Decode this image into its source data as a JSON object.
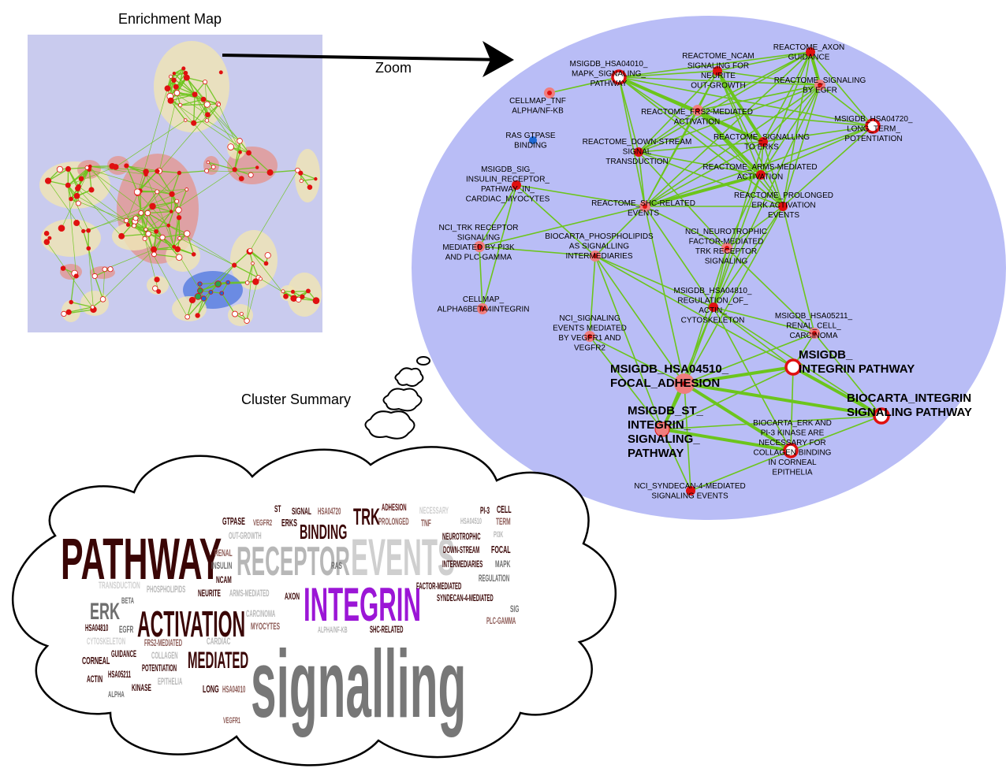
{
  "captions": {
    "enrichment_map": "Enrichment Map",
    "zoom": "Zoom",
    "cluster_summary": "Cluster Summary"
  },
  "colors": {
    "zoom_ellipse": "#b9bdf6",
    "minimap_bg": "#c9cbee",
    "edge": "#6cc51c",
    "node_red": "#e01010",
    "node_pink": "#f07d7d",
    "node_blue": "#1f6ad6",
    "cluster_tan": "#efe4b6",
    "cluster_rose": "#e29a96"
  },
  "network": {
    "nodes": [
      {
        "id": "n_mapk",
        "label": [
          "MSIGDB_HSA04010_",
          "MAPK_SIGNALING_",
          "PATHWAY"
        ],
        "style": "ring"
      },
      {
        "id": "n_ncam",
        "label": [
          "REACTOME_NCAM",
          "SIGNALING FOR",
          "NEURITE",
          "OUT-GROWTH"
        ],
        "style": "dot"
      },
      {
        "id": "n_axon",
        "label": [
          "REACTOME_AXON",
          "GUIDANCE"
        ],
        "style": "dot"
      },
      {
        "id": "n_egfr",
        "label": [
          "REACTOME_SIGNALING",
          "BY EGFR"
        ],
        "style": "pink"
      },
      {
        "id": "n_tnf",
        "label": [
          "CELLMAP_TNF",
          "ALPHA/NF-KB"
        ],
        "style": "pink"
      },
      {
        "id": "n_frs2",
        "label": [
          "REACTOME_FRS2-MEDIATED",
          "ACTIVATION"
        ],
        "style": "pink"
      },
      {
        "id": "n_ltp",
        "label": [
          "MSIGDB_HSA04720_",
          "LONG_TERM_",
          "POTENTIATION"
        ],
        "style": "ring"
      },
      {
        "id": "n_ras",
        "label": [
          "RAS GTPASE",
          "BINDING"
        ],
        "style": "blue"
      },
      {
        "id": "n_down",
        "label": [
          "REACTOME_DOWN-STREAM",
          "SIGNAL",
          "TRANSDUCTION"
        ],
        "style": "dot"
      },
      {
        "id": "n_erks",
        "label": [
          "REACTOME_SIGNALLING",
          "TO ERKS"
        ],
        "style": "dot"
      },
      {
        "id": "n_insulin",
        "label": [
          "MSIGDB_SIG_",
          "INSULIN_RECEPTOR_",
          "PATHWAY_IN_",
          "CARDIAC_MYOCYTES"
        ],
        "style": "dot"
      },
      {
        "id": "n_arms",
        "label": [
          "REACTOME_ARMS-MEDIATED",
          "ACTIVATION"
        ],
        "style": "dot"
      },
      {
        "id": "n_prolonged",
        "label": [
          "REACTOME_PROLONGED",
          "ERK ACTIVATION",
          "EVENTS"
        ],
        "style": "dot"
      },
      {
        "id": "n_shc",
        "label": [
          "REACTOME_SHC-RELATED",
          "EVENTS"
        ],
        "style": "pink"
      },
      {
        "id": "n_trk",
        "label": [
          "NCI_TRK RECEPTOR",
          "SIGNALING",
          "MEDIATED BY PI3K",
          "AND PLC-GAMMA"
        ],
        "style": "pink"
      },
      {
        "id": "n_phospho",
        "label": [
          "BIOCARTA_PHOSPHOLIPIDS",
          "AS SIGNALLING",
          "INTERMEDIARIES"
        ],
        "style": "pink"
      },
      {
        "id": "n_neuro",
        "label": [
          "NCI_NEUROTROPHIC",
          "FACTOR-MEDIATED",
          "TRK RECEPTOR",
          "SIGNALING"
        ],
        "style": "pink"
      },
      {
        "id": "n_actin",
        "label": [
          "MSIGDB_HSA04810_",
          "REGULATION_OF_",
          "ACTIN_",
          "CYTOSKELETON"
        ],
        "style": "dot"
      },
      {
        "id": "n_alpha6",
        "label": [
          "CELLMAP_",
          "ALPHA6BETA4INTEGRIN"
        ],
        "style": "pink"
      },
      {
        "id": "n_vegfr",
        "label": [
          "NCI_SIGNALING",
          "EVENTS MEDIATED",
          "BY VEGFR1 AND",
          "VEGFR2"
        ],
        "style": "pink"
      },
      {
        "id": "n_renal",
        "label": [
          "MSIGDB_HSA05211_",
          "RENAL_CELL_",
          "CARCINOMA"
        ],
        "style": "pink"
      },
      {
        "id": "n_focal",
        "label": [
          "MSIGDB_HSA04510_",
          "FOCAL_ADHESION"
        ],
        "style": "big"
      },
      {
        "id": "n_msintegrin",
        "label": [
          "MSIGDB_",
          "INTEGRIN PATHWAY"
        ],
        "style": "ring_big"
      },
      {
        "id": "n_biointegrin",
        "label": [
          "BIOCARTA_INTEGRIN",
          "SIGNALING PATHWAY"
        ],
        "style": "ring_big"
      },
      {
        "id": "n_st",
        "label": [
          "MSIGDB_ST_",
          "INTEGRIN_",
          "SIGNALING_",
          "PATHWAY"
        ],
        "style": "pink_big"
      },
      {
        "id": "n_collagen",
        "label": [
          "BIOCARTA_ERK AND",
          "PI-3 KINASE ARE",
          "NECESSARY FOR",
          "COLLAGEN BINDING",
          "IN CORNEAL",
          "EPITHELIA"
        ],
        "style": "ring"
      },
      {
        "id": "n_syndecan",
        "label": [
          "NCI_SYNDECAN-4-MEDIATED",
          "SIGNALING EVENTS"
        ],
        "style": "dot"
      }
    ],
    "edges": [
      [
        "n_mapk",
        "n_ncam"
      ],
      [
        "n_mapk",
        "n_axon"
      ],
      [
        "n_mapk",
        "n_egfr"
      ],
      [
        "n_mapk",
        "n_frs2"
      ],
      [
        "n_mapk",
        "n_erks"
      ],
      [
        "n_mapk",
        "n_arms"
      ],
      [
        "n_mapk",
        "n_down"
      ],
      [
        "n_mapk",
        "n_shc"
      ],
      [
        "n_mapk",
        "n_prolonged"
      ],
      [
        "n_mapk",
        "n_ltp"
      ],
      [
        "n_mapk",
        "n_tnf"
      ],
      [
        "n_ncam",
        "n_axon"
      ],
      [
        "n_ncam",
        "n_egfr"
      ],
      [
        "n_ncam",
        "n_frs2"
      ],
      [
        "n_ncam",
        "n_erks"
      ],
      [
        "n_ncam",
        "n_arms"
      ],
      [
        "n_ncam",
        "n_down"
      ],
      [
        "n_ncam",
        "n_shc"
      ],
      [
        "n_ncam",
        "n_prolonged"
      ],
      [
        "n_axon",
        "n_egfr"
      ],
      [
        "n_axon",
        "n_frs2"
      ],
      [
        "n_axon",
        "n_erks"
      ],
      [
        "n_axon",
        "n_arms"
      ],
      [
        "n_axon",
        "n_down"
      ],
      [
        "n_axon",
        "n_shc"
      ],
      [
        "n_axon",
        "n_prolonged"
      ],
      [
        "n_axon",
        "n_ltp"
      ],
      [
        "n_egfr",
        "n_frs2"
      ],
      [
        "n_egfr",
        "n_erks"
      ],
      [
        "n_egfr",
        "n_arms"
      ],
      [
        "n_egfr",
        "n_down"
      ],
      [
        "n_egfr",
        "n_shc"
      ],
      [
        "n_egfr",
        "n_prolonged"
      ],
      [
        "n_egfr",
        "n_ltp"
      ],
      [
        "n_frs2",
        "n_erks"
      ],
      [
        "n_frs2",
        "n_arms"
      ],
      [
        "n_frs2",
        "n_down"
      ],
      [
        "n_frs2",
        "n_shc"
      ],
      [
        "n_frs2",
        "n_prolonged"
      ],
      [
        "n_frs2",
        "n_ltp"
      ],
      [
        "n_erks",
        "n_arms"
      ],
      [
        "n_erks",
        "n_down"
      ],
      [
        "n_erks",
        "n_shc"
      ],
      [
        "n_erks",
        "n_prolonged"
      ],
      [
        "n_erks",
        "n_ltp"
      ],
      [
        "n_arms",
        "n_down"
      ],
      [
        "n_arms",
        "n_shc"
      ],
      [
        "n_arms",
        "n_prolonged"
      ],
      [
        "n_arms",
        "n_ltp"
      ],
      [
        "n_arms",
        "n_neuro"
      ],
      [
        "n_down",
        "n_shc"
      ],
      [
        "n_down",
        "n_prolonged"
      ],
      [
        "n_shc",
        "n_prolonged"
      ],
      [
        "n_shc",
        "n_ltp"
      ],
      [
        "n_shc",
        "n_insulin"
      ],
      [
        "n_shc",
        "n_phospho"
      ],
      [
        "n_shc",
        "n_neuro"
      ],
      [
        "n_shc",
        "n_actin"
      ],
      [
        "n_shc",
        "n_focal"
      ],
      [
        "n_shc",
        "n_trk"
      ],
      [
        "n_insulin",
        "n_trk"
      ],
      [
        "n_insulin",
        "n_alpha6"
      ],
      [
        "n_insulin",
        "n_phospho"
      ],
      [
        "n_trk",
        "n_alpha6"
      ],
      [
        "n_trk",
        "n_phospho"
      ],
      [
        "n_phospho",
        "n_focal"
      ],
      [
        "n_phospho",
        "n_actin"
      ],
      [
        "n_phospho",
        "n_vegfr"
      ],
      [
        "n_phospho",
        "n_st"
      ],
      [
        "n_phospho",
        "n_msintegrin"
      ],
      [
        "n_neuro",
        "n_actin"
      ],
      [
        "n_neuro",
        "n_focal"
      ],
      [
        "n_neuro",
        "n_prolonged"
      ],
      [
        "n_neuro",
        "n_renal"
      ],
      [
        "n_prolonged",
        "n_actin"
      ],
      [
        "n_prolonged",
        "n_renal"
      ],
      [
        "n_prolonged",
        "n_focal"
      ],
      [
        "n_actin",
        "n_focal"
      ],
      [
        "n_actin",
        "n_msintegrin"
      ],
      [
        "n_actin",
        "n_biointegrin"
      ],
      [
        "n_actin",
        "n_collagen"
      ],
      [
        "n_actin",
        "n_renal"
      ],
      [
        "n_actin",
        "n_st"
      ],
      [
        "n_renal",
        "n_focal"
      ],
      [
        "n_renal",
        "n_msintegrin"
      ],
      [
        "n_renal",
        "n_biointegrin"
      ],
      [
        "n_focal",
        "n_msintegrin"
      ],
      [
        "n_focal",
        "n_biointegrin"
      ],
      [
        "n_focal",
        "n_st"
      ],
      [
        "n_focal",
        "n_collagen"
      ],
      [
        "n_focal",
        "n_vegfr"
      ],
      [
        "n_focal",
        "n_syndecan"
      ],
      [
        "n_msintegrin",
        "n_biointegrin"
      ],
      [
        "n_msintegrin",
        "n_collagen"
      ],
      [
        "n_msintegrin",
        "n_st"
      ],
      [
        "n_biointegrin",
        "n_st"
      ],
      [
        "n_biointegrin",
        "n_collagen"
      ],
      [
        "n_st",
        "n_collagen"
      ],
      [
        "n_st",
        "n_syndecan"
      ],
      [
        "n_collagen",
        "n_syndecan"
      ],
      [
        "n_vegfr",
        "n_st"
      ],
      [
        "n_down",
        "n_neuro"
      ],
      [
        "n_mapk",
        "n_prolonged"
      ],
      [
        "n_ltp",
        "n_prolonged"
      ],
      [
        "n_erks",
        "n_actin"
      ],
      [
        "n_arms",
        "n_actin"
      ],
      [
        "n_egfr",
        "n_actin"
      ]
    ],
    "thick_edges": [
      [
        "n_focal",
        "n_msintegrin"
      ],
      [
        "n_focal",
        "n_biointegrin"
      ],
      [
        "n_msintegrin",
        "n_biointegrin"
      ],
      [
        "n_focal",
        "n_st"
      ],
      [
        "n_st",
        "n_collagen"
      ],
      [
        "n_focal",
        "n_collagen"
      ],
      [
        "n_ncam",
        "n_erks"
      ],
      [
        "n_frs2",
        "n_arms"
      ],
      [
        "n_axon",
        "n_egfr"
      ],
      [
        "n_mapk",
        "n_erks"
      ],
      [
        "n_shc",
        "n_arms"
      ]
    ]
  },
  "word_cloud": [
    {
      "t": "PATHWAY",
      "c": "#3a0606"
    },
    {
      "t": "RECEPTOR",
      "c": "#b7b7b7"
    },
    {
      "t": "EVENTS",
      "c": "#cfcfcf"
    },
    {
      "t": "BINDING",
      "c": "#3a0606"
    },
    {
      "t": "TRK",
      "c": "#3a0606"
    },
    {
      "t": "INTEGRIN",
      "c": "#9b16d6"
    },
    {
      "t": "ACTIVATION",
      "c": "#3a0606"
    },
    {
      "t": "ERK",
      "c": "#6e6e6e"
    },
    {
      "t": "MEDIATED",
      "c": "#3a0606"
    },
    {
      "t": "signalling",
      "c": "#777777"
    },
    {
      "t": "GTPASE",
      "c": "#3a0606"
    },
    {
      "t": "VEGFR2",
      "c": "#8c5a55"
    },
    {
      "t": "OUT-GROWTH",
      "c": "#b7b7b7"
    },
    {
      "t": "ST",
      "c": "#3a0606"
    },
    {
      "t": "ERKS",
      "c": "#3a0606"
    },
    {
      "t": "SIGNAL",
      "c": "#3a0606"
    },
    {
      "t": "HSA04720",
      "c": "#8c5a55"
    },
    {
      "t": "ADHESION",
      "c": "#5a1010"
    },
    {
      "t": "PROLONGED",
      "c": "#8c5a55"
    },
    {
      "t": "TNF",
      "c": "#8c5a55"
    },
    {
      "t": "NECESSARY",
      "c": "#cfcfcf"
    },
    {
      "t": "PI-3",
      "c": "#3a0606"
    },
    {
      "t": "CELL",
      "c": "#3a0606"
    },
    {
      "t": "HSA04510",
      "c": "#b7b7b7"
    },
    {
      "t": "PI3K",
      "c": "#b7b7b7"
    },
    {
      "t": "TERM",
      "c": "#8c5a55"
    },
    {
      "t": "NEUROTROPHIC",
      "c": "#3a0606"
    },
    {
      "t": "DOWN-STREAM",
      "c": "#3a0606"
    },
    {
      "t": "FOCAL",
      "c": "#3a0606"
    },
    {
      "t": "INTERMEDIARIES",
      "c": "#3a0606"
    },
    {
      "t": "MAPK",
      "c": "#6e6e6e"
    },
    {
      "t": "REGULATION",
      "c": "#6e6e6e"
    },
    {
      "t": "RENAL",
      "c": "#8c5a55"
    },
    {
      "t": "INSULIN",
      "c": "#6e6e6e"
    },
    {
      "t": "NCAM",
      "c": "#3a0606"
    },
    {
      "t": "RAS",
      "c": "#6e6e6e"
    },
    {
      "t": "TRANSDUCTION",
      "c": "#cfcfcf"
    },
    {
      "t": "PHOSPHOLIPIDS",
      "c": "#b7b7b7"
    },
    {
      "t": "NEURITE",
      "c": "#3a0606"
    },
    {
      "t": "ARMS-MEDIATED",
      "c": "#b7b7b7"
    },
    {
      "t": "AXON",
      "c": "#3a0606"
    },
    {
      "t": "FACTOR-MEDIATED",
      "c": "#3a0606"
    },
    {
      "t": "SYNDECAN-4-MEDIATED",
      "c": "#3a0606"
    },
    {
      "t": "BETA",
      "c": "#6e6e6e"
    },
    {
      "t": "HSA04810",
      "c": "#3a0606"
    },
    {
      "t": "EGFR",
      "c": "#6e6e6e"
    },
    {
      "t": "CYTOSKELETON",
      "c": "#cfcfcf"
    },
    {
      "t": "CORNEAL",
      "c": "#3a0606"
    },
    {
      "t": "GUIDANCE",
      "c": "#3a0606"
    },
    {
      "t": "ACTIN",
      "c": "#3a0606"
    },
    {
      "t": "HSA05211",
      "c": "#3a0606"
    },
    {
      "t": "ALPHA",
      "c": "#6e6e6e"
    },
    {
      "t": "KINASE",
      "c": "#3a0606"
    },
    {
      "t": "FRS2-MEDIATED",
      "c": "#8c5a55"
    },
    {
      "t": "COLLAGEN",
      "c": "#b7b7b7"
    },
    {
      "t": "POTENTIATION",
      "c": "#3a0606"
    },
    {
      "t": "EPITHELIA",
      "c": "#b7b7b7"
    },
    {
      "t": "CARDIAC",
      "c": "#b7b7b7"
    },
    {
      "t": "MYOCYTES",
      "c": "#8c5a55"
    },
    {
      "t": "CARCINOMA",
      "c": "#b7b7b7"
    },
    {
      "t": "ALPHA/NF-KB",
      "c": "#b7b7b7"
    },
    {
      "t": "SHC-RELATED",
      "c": "#3a0606"
    },
    {
      "t": "PLC-GAMMA",
      "c": "#8c5a55"
    },
    {
      "t": "SIG",
      "c": "#6e6e6e"
    },
    {
      "t": "LONG",
      "c": "#3a0606"
    },
    {
      "t": "HSA04010",
      "c": "#8c5a55"
    },
    {
      "t": "VEGFR1",
      "c": "#8c5a55"
    }
  ]
}
